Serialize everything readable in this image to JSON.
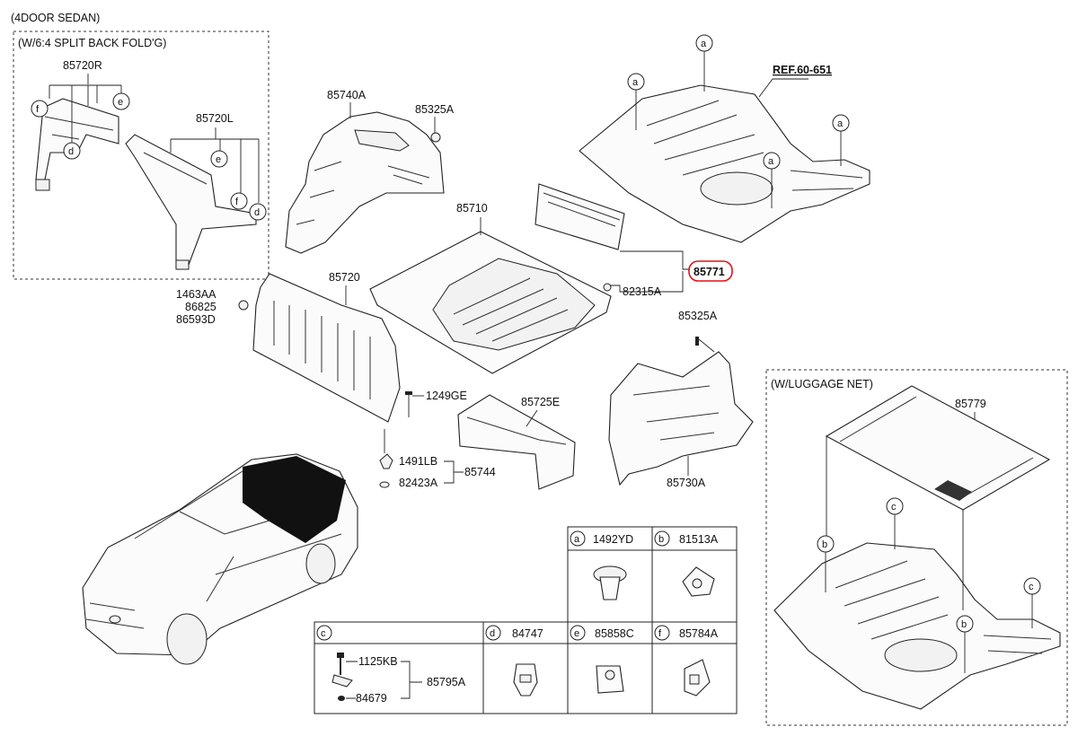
{
  "colors": {
    "line": "#222222",
    "background": "#ffffff",
    "highlight": "#e0101a",
    "fill_dark": "#111111"
  },
  "header": {
    "body_type": "(4DOOR SEDAN)"
  },
  "boxes": {
    "split_fold": "(W/6:4 SPLIT BACK FOLD'G)",
    "luggage_net": "(W/LUGGAGE NET)"
  },
  "reference": "REF.60-651",
  "parts": {
    "p85720R": "85720R",
    "p85720L": "85720L",
    "p85740A": "85740A",
    "p85325A_top": "85325A",
    "p85710": "85710",
    "p85771": "85771",
    "p82315A": "82315A",
    "p85720": "85720",
    "p1463AA": "1463AA",
    "p86825": "86825",
    "p86593D": "86593D",
    "p1249GE": "1249GE",
    "p85725E": "85725E",
    "p85325A_mid": "85325A",
    "p85730A": "85730A",
    "p1491LB": "1491LB",
    "p82423A": "82423A",
    "p85744": "85744",
    "p85779": "85779"
  },
  "callouts": {
    "a": "a",
    "b": "b",
    "c": "c",
    "d": "d",
    "e": "e",
    "f": "f"
  },
  "legend": {
    "a": "1492YD",
    "b": "81513A",
    "c_top": "1125KB",
    "c_bottom": "84679",
    "c_group": "85795A",
    "d": "84747",
    "e": "85858C",
    "f": "85784A"
  }
}
